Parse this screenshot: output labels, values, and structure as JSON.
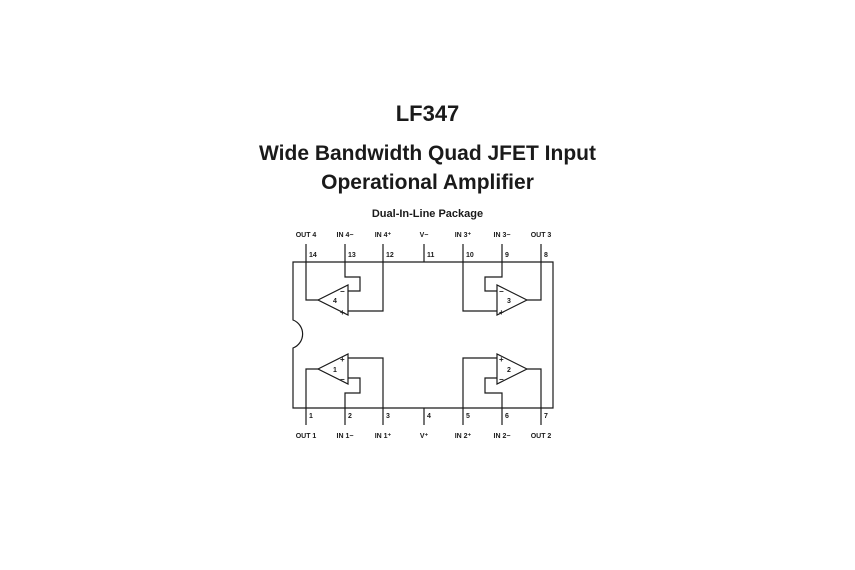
{
  "title": {
    "part": "LF347",
    "line1": "Wide Bandwidth Quad JFET Input",
    "line2": "Operational Amplifier"
  },
  "package_label": "Dual-In-Line Package",
  "pins_top": [
    {
      "name": "OUT 4",
      "num": "14"
    },
    {
      "name": "IN 4−",
      "num": "13"
    },
    {
      "name": "IN 4⁺",
      "num": "12"
    },
    {
      "name": "V−",
      "num": "11"
    },
    {
      "name": "IN 3⁺",
      "num": "10"
    },
    {
      "name": "IN 3−",
      "num": "9"
    },
    {
      "name": "OUT 3",
      "num": "8"
    }
  ],
  "pins_bottom": [
    {
      "name": "OUT 1",
      "num": "1"
    },
    {
      "name": "IN 1−",
      "num": "2"
    },
    {
      "name": "IN 1⁺",
      "num": "3"
    },
    {
      "name": "V⁺",
      "num": "4"
    },
    {
      "name": "IN 2⁺",
      "num": "5"
    },
    {
      "name": "IN 2−",
      "num": "6"
    },
    {
      "name": "OUT 2",
      "num": "7"
    }
  ],
  "amplifiers": [
    {
      "number": "4",
      "plus": "+",
      "minus": "−"
    },
    {
      "number": "3",
      "plus": "+",
      "minus": "−"
    },
    {
      "number": "1",
      "plus": "+",
      "minus": "−"
    },
    {
      "number": "2",
      "plus": "+",
      "minus": "−"
    }
  ]
}
